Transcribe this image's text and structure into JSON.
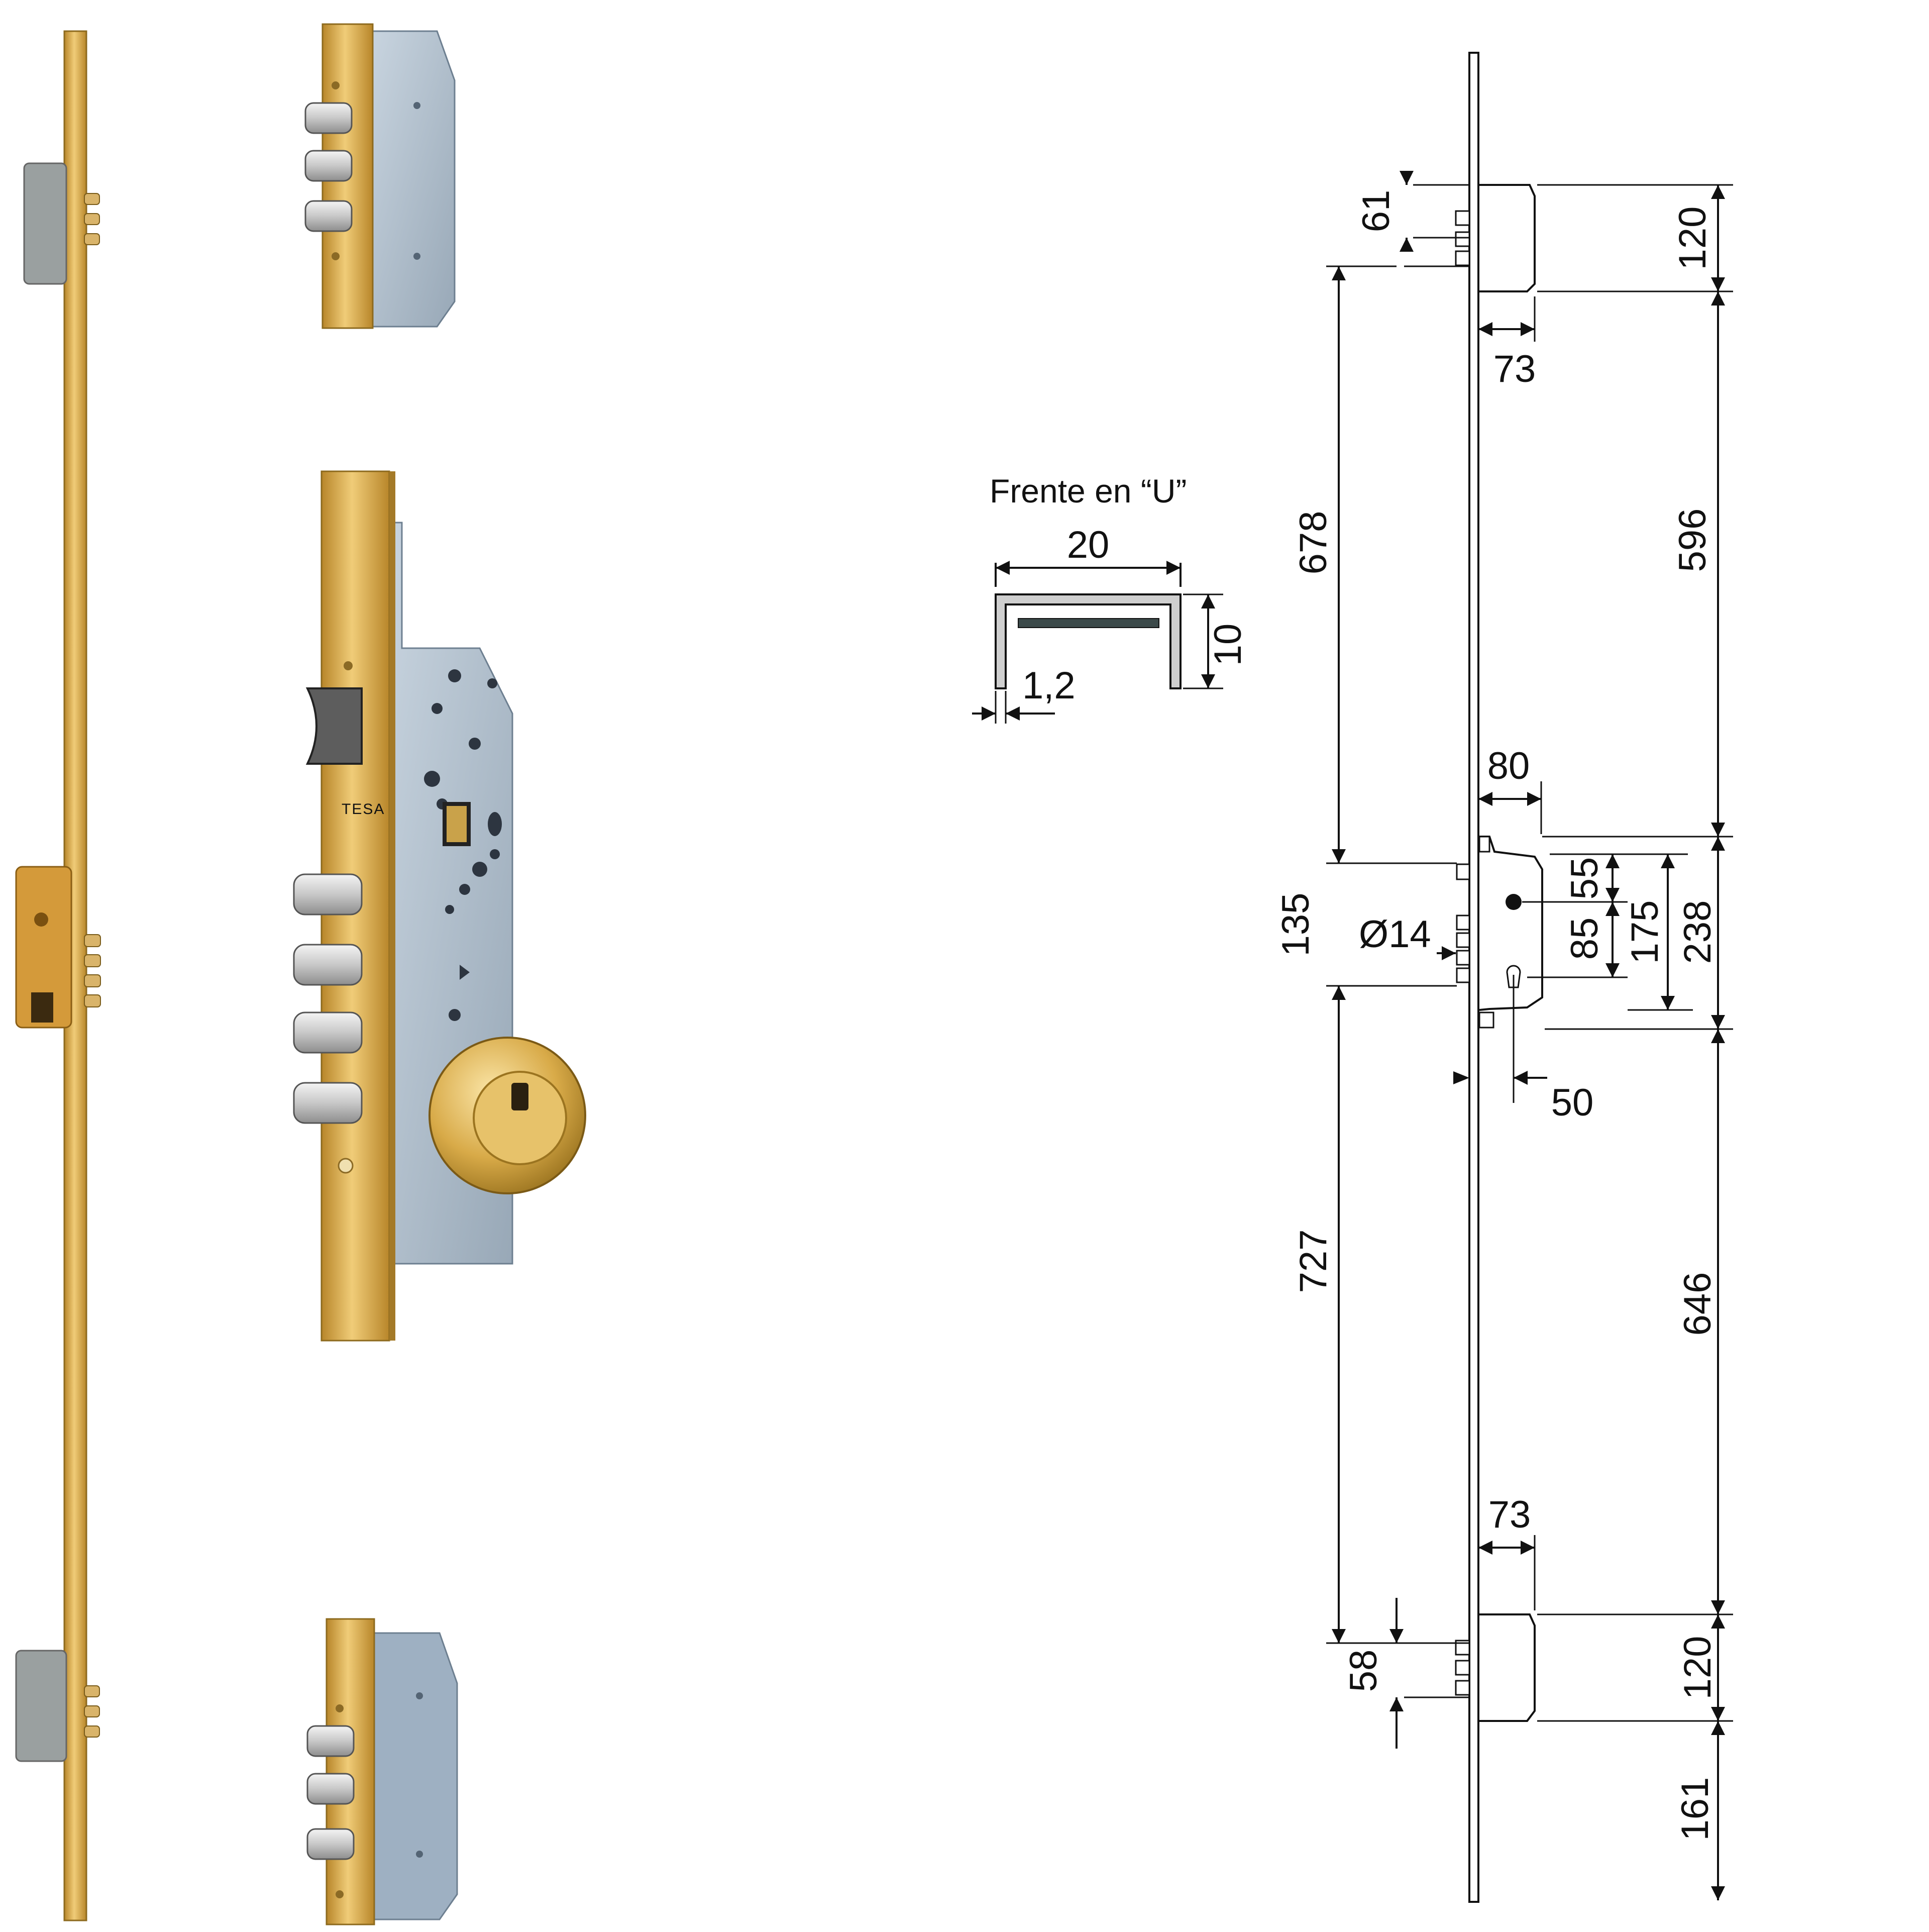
{
  "profile": {
    "title": "Frente en “U”",
    "width": "20",
    "height": "10",
    "thickness": "1,2"
  },
  "drawing": {
    "top_offset": "61",
    "top_box_height": "120",
    "top_box_width": "73",
    "top_to_center_left": "678",
    "top_to_center_right": "596",
    "center_case_width": "80",
    "center_lower_span": "135",
    "handle_diameter": "Ø14",
    "center_55": "55",
    "center_85": "85",
    "center_175": "175",
    "center_238": "238",
    "backset": "50",
    "center_to_bottom_left": "727",
    "center_to_bottom_right": "646",
    "bottom_box_width": "73",
    "bottom_offset": "58",
    "bottom_box_height": "120",
    "bottom_tail": "161"
  },
  "product": {
    "brand_mark": "TESA"
  },
  "colors": {
    "brass": "#d9a94a",
    "brass_dark": "#b9862c",
    "steel": "#b6c3cf",
    "line": "#111111"
  }
}
